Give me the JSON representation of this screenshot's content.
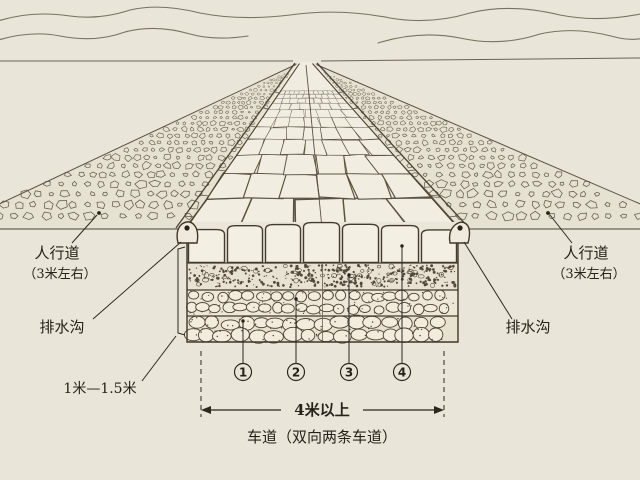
{
  "labels": {
    "sidewalk_left": {
      "title": "人行道",
      "note": "（3米左右）"
    },
    "sidewalk_right": {
      "title": "人行道",
      "note": "（3米左右）"
    },
    "drain_left": "排水沟",
    "drain_right": "排水沟",
    "depth_range": "1米—1.5米",
    "width_dimension": "4米以上",
    "lane_caption": "车道（双向两条车道）",
    "layer_markers": [
      "1",
      "2",
      "3",
      "4"
    ]
  },
  "colors": {
    "paper": "#e9e5d8",
    "ink": "#26221a",
    "line": "#4a4233",
    "stone_fill": "#f1eee1"
  }
}
